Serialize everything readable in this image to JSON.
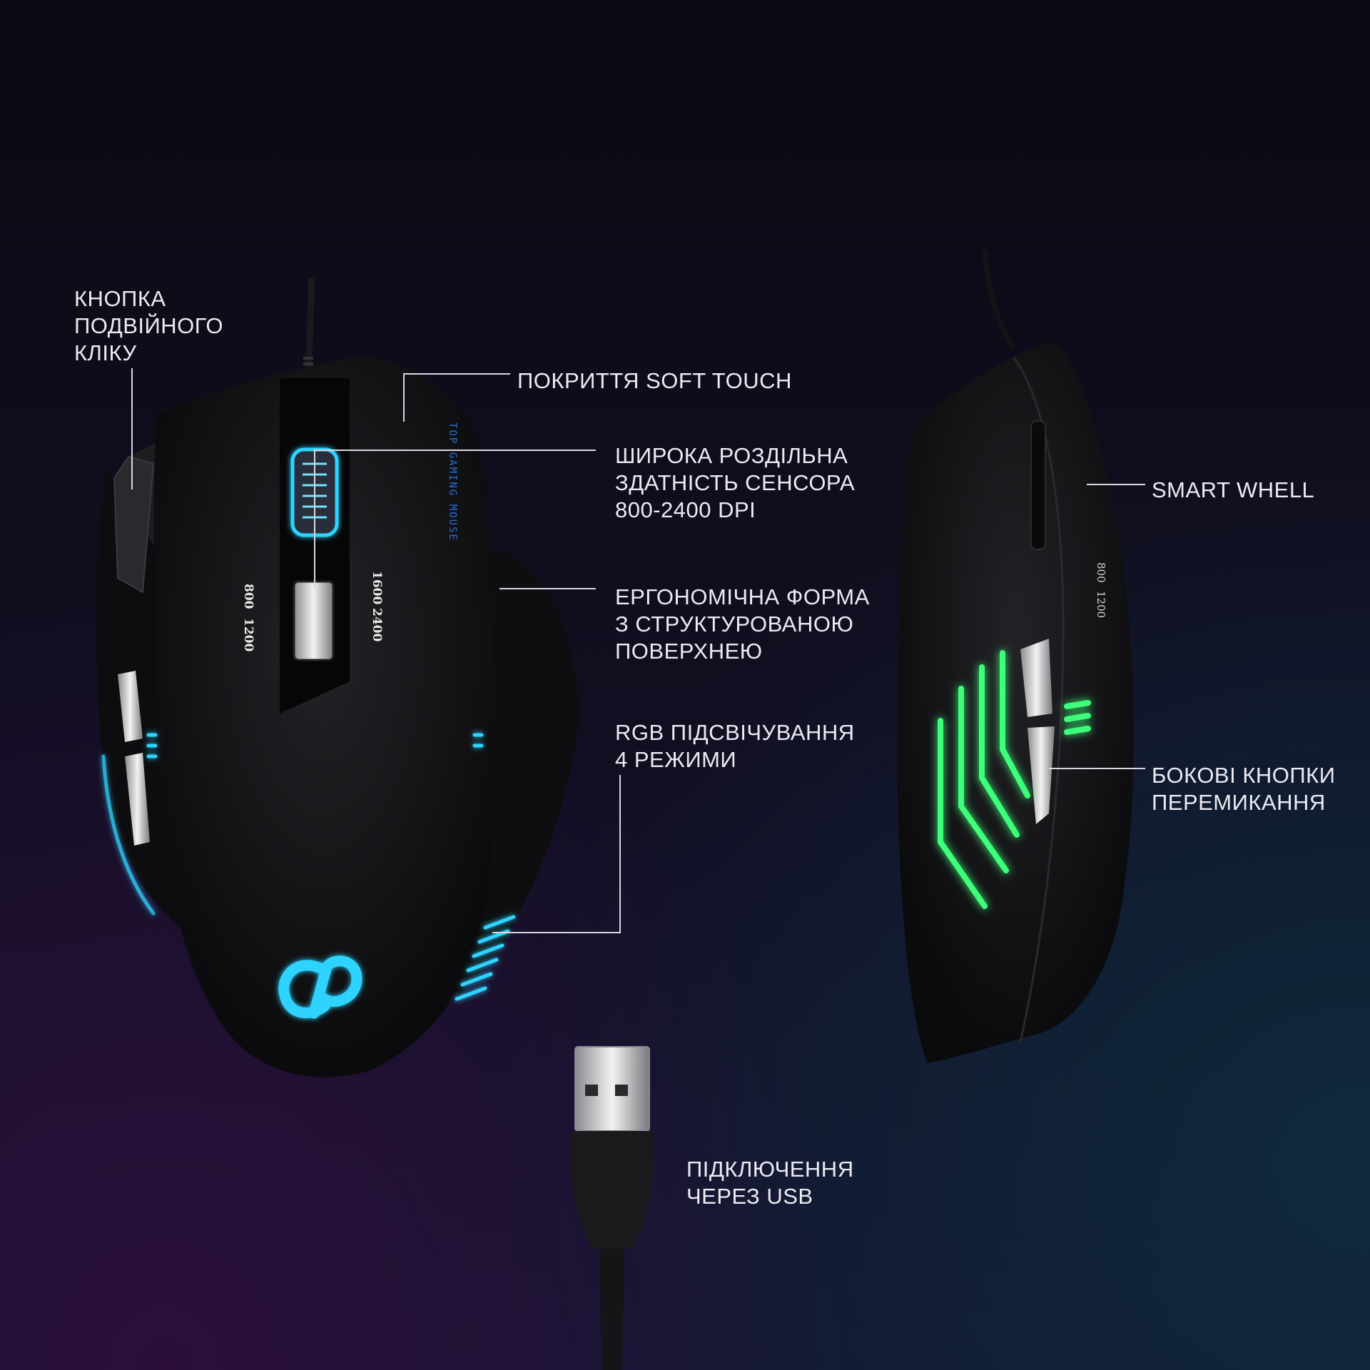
{
  "callouts": {
    "double_click": [
      "Кнопка",
      "подвійного",
      "кліку"
    ],
    "soft_touch": [
      "Покриття SOFT TOUCH"
    ],
    "sensor": [
      "Широка роздільна",
      "здатність сенсора",
      "800-2400 DPI"
    ],
    "ergonomic": [
      "Ергономічна форма",
      "з структурованою",
      "поверхнею"
    ],
    "rgb": [
      "RGB підсвічування",
      "4 режими"
    ],
    "smart_wheel": [
      "SMART WHELL"
    ],
    "side_buttons": [
      "Бокові кнопки",
      "перемикання"
    ],
    "usb": [
      "Підключення",
      "через USB"
    ]
  },
  "mouse_top": {
    "dpi_left": [
      "800",
      "1200"
    ],
    "dpi_right": [
      "1600",
      "2400"
    ],
    "side_text": "TOP GAMING MOUSE"
  },
  "mouse_side": {
    "dpi": [
      "800",
      "1200"
    ]
  },
  "colors": {
    "blue_glow": "#2fd3ff",
    "green_glow": "#3cff7a",
    "body": "#111114"
  }
}
